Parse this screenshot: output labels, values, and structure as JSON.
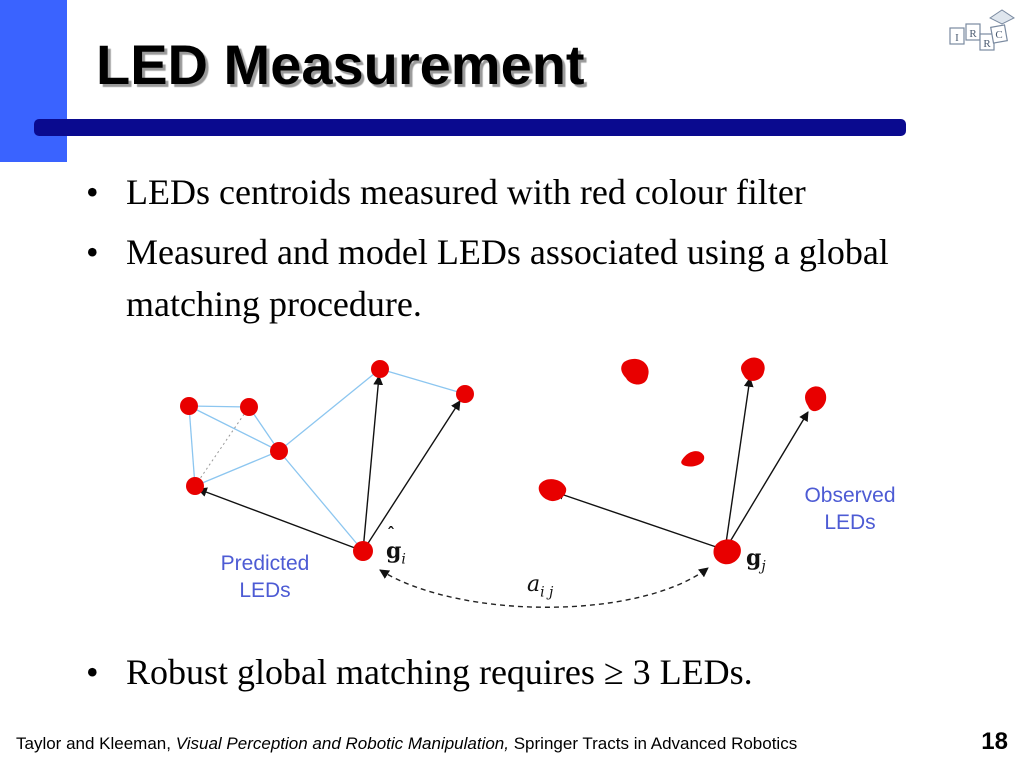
{
  "slide": {
    "title": "LED Measurement",
    "bullets_top": [
      "LEDs centroids measured with red colour filter",
      "Measured and model LEDs associated using a global matching procedure."
    ],
    "bullet_bottom": "Robust global matching requires ≥ 3 LEDs.",
    "colors": {
      "accent_block": "#3a63ff",
      "title_bar": "#0a0a8f",
      "label": "#4d5bd4",
      "led": "#e80000",
      "edge": "#8cc6f0"
    },
    "logo_letters": [
      "I",
      "R",
      "R",
      "C"
    ]
  },
  "figure": {
    "label_predicted_line1": "Predicted",
    "label_predicted_line2": "LEDs",
    "label_observed_line1": "Observed",
    "label_observed_line2": "LEDs",
    "sym_g": "g",
    "sym_i": "i",
    "sym_j": "j",
    "sym_a": "a",
    "sym_ij": "i j"
  },
  "footer": {
    "authors": "Taylor and Kleeman, ",
    "book_title": "Visual Perception and Robotic Manipulation,",
    "series": " Springer Tracts in Advanced Robotics",
    "page_number": "18"
  }
}
